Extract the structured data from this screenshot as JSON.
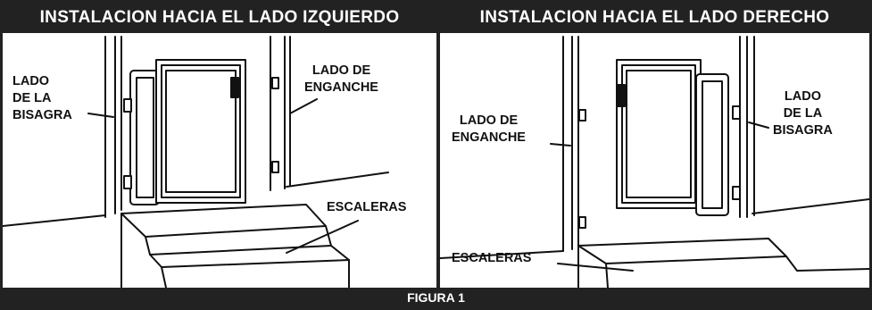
{
  "panels": {
    "left": {
      "title": "INSTALACION HACIA EL LADO IZQUIERDO",
      "hinge_side": [
        "LADO",
        "DE LA",
        "BISAGRA"
      ],
      "latch_side": [
        "LADO DE",
        "ENGANCHE"
      ],
      "stairs": "ESCALERAS"
    },
    "right": {
      "title": "INSTALACION HACIA EL LADO DERECHO",
      "latch_side": [
        "LADO DE",
        "ENGANCHE"
      ],
      "hinge_side": [
        "LADO",
        "DE LA",
        "BISAGRA"
      ],
      "stairs": "ESCALERAS"
    }
  },
  "caption": "FIGURA 1",
  "colors": {
    "ink": "#111111",
    "band": "#222222",
    "paper": "#ffffff"
  }
}
